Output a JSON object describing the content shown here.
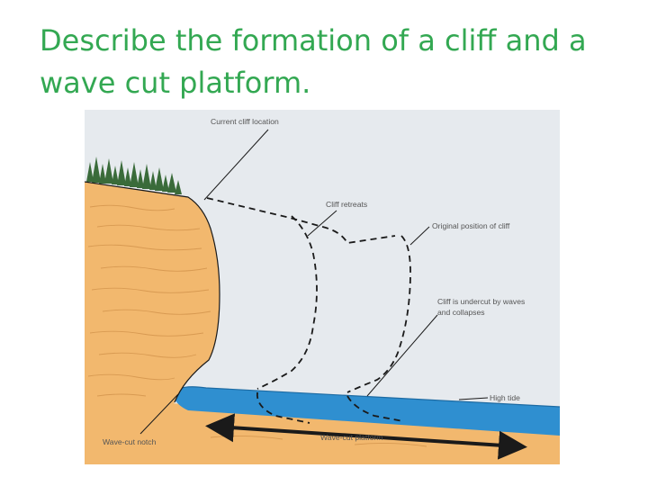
{
  "slide": {
    "title_line1": "Describe the formation of a cliff and a",
    "title_line2": "wave cut platform."
  },
  "diagram": {
    "labels": {
      "current_cliff": "Current cliff location",
      "cliff_retreats": "Cliff retreats",
      "original_position": "Original position of cliff",
      "undercut_line1": "Cliff is undercut by waves",
      "undercut_line2": "and collapses",
      "high_tide": "High tide",
      "wave_cut_platform": "Wave-cut platform",
      "wave_cut_notch": "Wave-cut notch"
    },
    "colors": {
      "sky": "#e6eaee",
      "rock": "#f2b86e",
      "rock_lines": "#d89a52",
      "sea": "#2f8fd0",
      "trees": "#3a6b3a"
    }
  }
}
